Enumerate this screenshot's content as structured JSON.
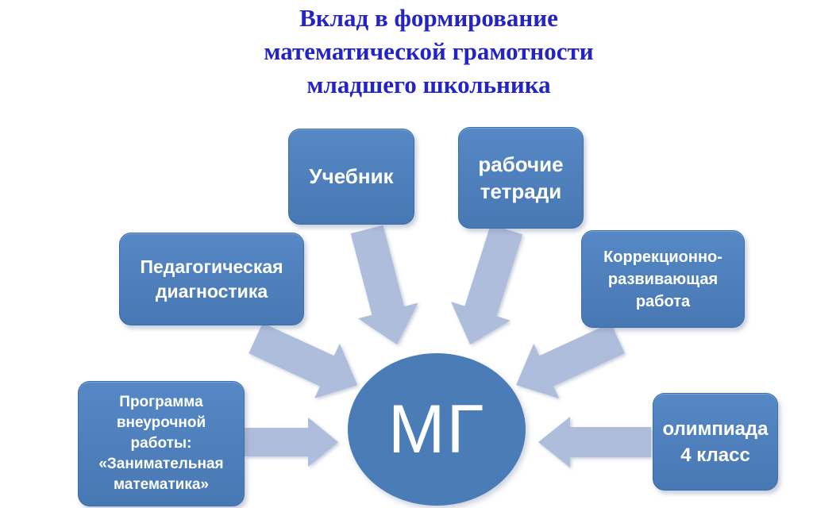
{
  "title": "Вклад в формирование\nматематической грамотности\nмладшего школьника",
  "center": {
    "label": "МГ"
  },
  "nodes": [
    {
      "label": "Учебник"
    },
    {
      "label": "рабочие\nтетради"
    },
    {
      "label": "Педагогическая\nдиагностика"
    },
    {
      "label": "Коррекционно-\nразвивающая\nработа"
    },
    {
      "label": "Программа\nвнеурочной\nработы:\n«Занимательная\nматематика»"
    },
    {
      "label": "олимпиада\n4 класс"
    }
  ],
  "colors": {
    "background": "#FFFFFF",
    "title_text": "#2323C8",
    "node_fill": "#4A7EBA",
    "node_text": "#FFFFFF",
    "center_fill": "#4A7CB8",
    "arrow": "#AEBDDB"
  }
}
